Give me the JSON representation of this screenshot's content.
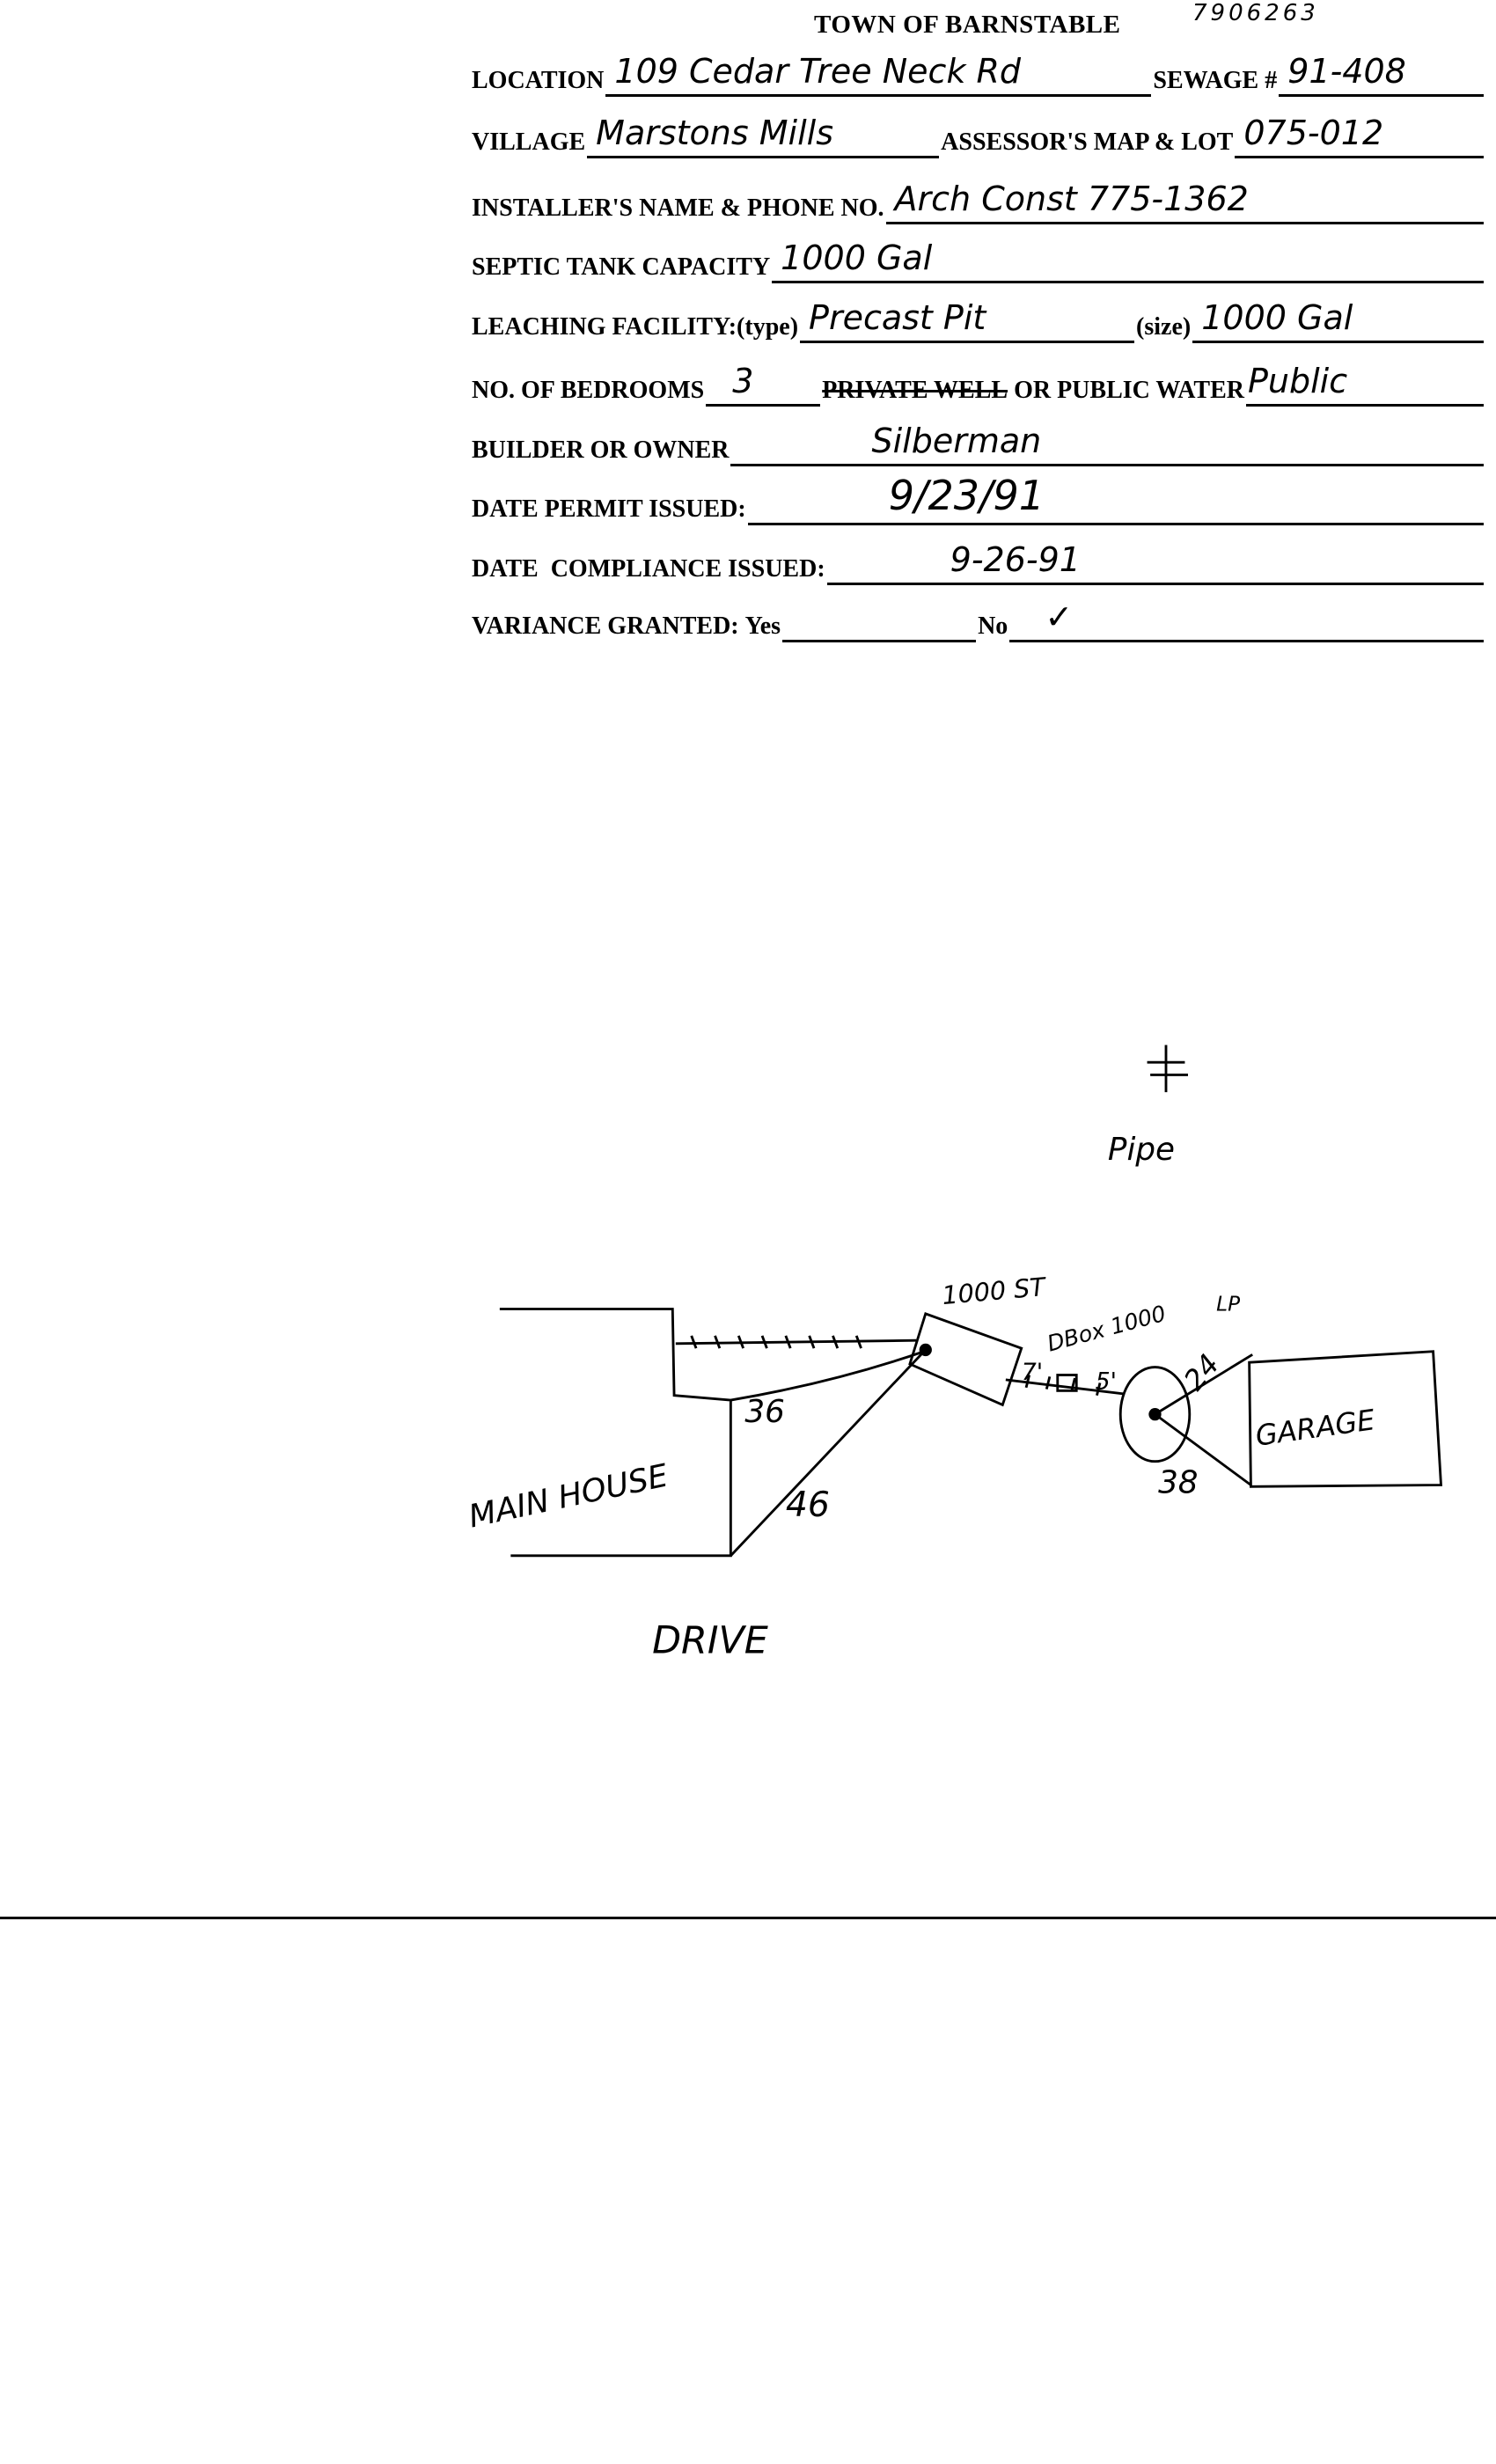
{
  "header": {
    "title": "TOWN OF BARNSTABLE",
    "ref_number": "7906263"
  },
  "form": {
    "location": {
      "label": "LOCATION",
      "value": "109 Cedar Tree Neck Rd"
    },
    "sewage": {
      "label": "SEWAGE #",
      "value": "91-408"
    },
    "village": {
      "label": "VILLAGE",
      "value": "Marstons Mills"
    },
    "map_lot": {
      "label": "ASSESSOR'S MAP & LOT",
      "value": "075-012"
    },
    "installer": {
      "label": "INSTALLER'S NAME & PHONE NO.",
      "value": "Arch Const 775-1362"
    },
    "septic_capacity": {
      "label": "SEPTIC TANK CAPACITY",
      "value": "1000 Gal"
    },
    "leaching": {
      "label": "LEACHING FACILITY:(type)",
      "value": "Precast Pit",
      "size_label": "(size)",
      "size_value": "1000 Gal"
    },
    "bedrooms": {
      "label": "NO. OF BEDROOMS",
      "value": "3",
      "private_well": "PRIVATE WELL",
      "water_label": "OR PUBLIC WATER",
      "water_value": "Public"
    },
    "builder": {
      "label": "BUILDER OR OWNER",
      "value": "Silberman"
    },
    "permit_date": {
      "label": "DATE PERMIT ISSUED:",
      "value": "9/23/91"
    },
    "compliance_date": {
      "label": "DATE  COMPLIANCE ISSUED:",
      "value": "9-26-91"
    },
    "variance": {
      "label": "VARIANCE GRANTED:",
      "yes_label": "Yes",
      "yes_value": "",
      "no_label": "No",
      "no_value": "✓"
    }
  },
  "sketch": {
    "pipe_symbol": "≠",
    "pipe": "Pipe",
    "tank": "1000 ST",
    "dbox": "DBox 1000",
    "lp": "LP",
    "dist_7": "7'",
    "dist_5": "5'",
    "dist_36": "36",
    "dist_46": "46",
    "dist_24": "24",
    "dist_38": "38",
    "main_house": "MAIN HOUSE",
    "garage": "GARAGE",
    "drive": "DRIVE"
  }
}
